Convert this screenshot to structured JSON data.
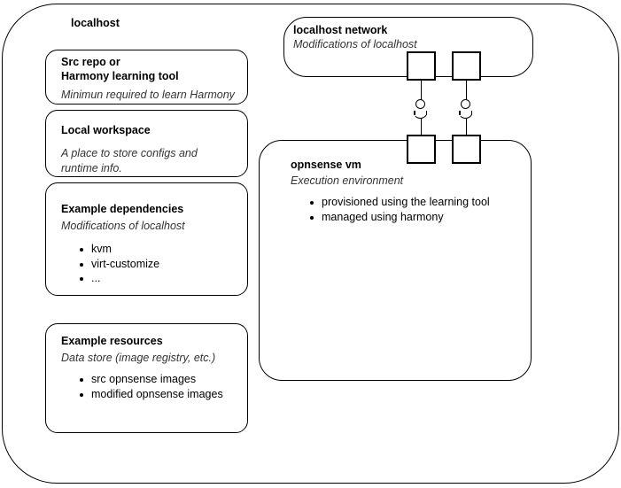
{
  "diagram": {
    "outer": {
      "label": "localhost"
    },
    "left_column": [
      {
        "name": "src-repo-card",
        "title_line1": "Src repo or",
        "title_line2": "Harmony learning tool",
        "subtitle": "Minimun required to learn Harmony",
        "bullets": []
      },
      {
        "name": "local-workspace-card",
        "title_line1": "Local workspace",
        "title_line2": "",
        "subtitle_line1": "A place to store configs and",
        "subtitle_line2": "runtime info.",
        "bullets": []
      },
      {
        "name": "example-dependencies-card",
        "title_line1": "Example dependencies",
        "title_line2": "",
        "subtitle": "Modifications of localhost",
        "bullets": [
          "kvm",
          "virt-customize",
          "..."
        ]
      },
      {
        "name": "example-resources-card",
        "title_line1": "Example resources",
        "title_line2": "",
        "subtitle": "Data store (image registry, etc.)",
        "bullets": [
          "src opnsense images",
          "modified opnsense images"
        ]
      }
    ],
    "network": {
      "title": "localhost network",
      "subtitle": "Modifications of localhost"
    },
    "vm": {
      "title": "opnsense vm",
      "subtitle": "Execution environment",
      "bullets": [
        "provisioned using the learning tool",
        "managed using harmony"
      ]
    },
    "ports": [
      {
        "name": "network-port-left"
      },
      {
        "name": "network-port-right"
      },
      {
        "name": "vm-port-left"
      },
      {
        "name": "vm-port-right"
      }
    ],
    "connectors": [
      {
        "name": "ball-socket-connector-left"
      },
      {
        "name": "ball-socket-connector-right"
      }
    ],
    "colors": {
      "stroke": "#000000",
      "fill": "#ffffff",
      "subtitle_text": "#333333"
    }
  }
}
